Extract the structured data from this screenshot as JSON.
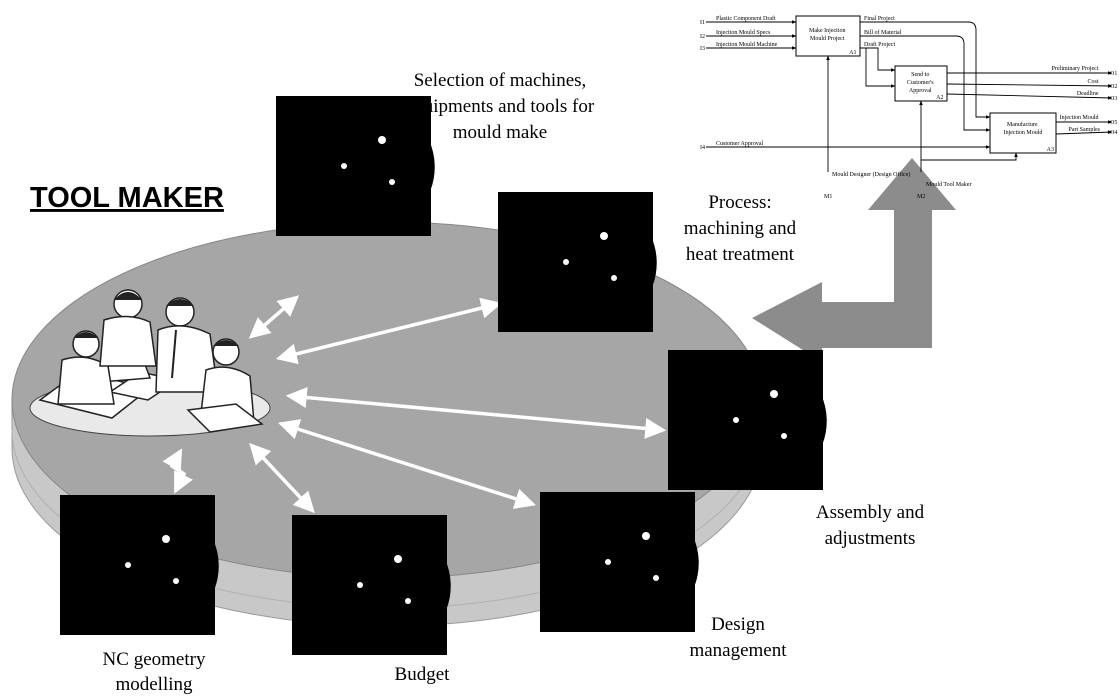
{
  "title": "TOOL MAKER",
  "captions": {
    "selection": [
      "Selection of machines,",
      "equipments and tools for",
      "mould make"
    ],
    "process": [
      "Process:",
      "machining and",
      "heat treatment"
    ],
    "assembly": [
      "Assembly and",
      "adjustments"
    ],
    "design": [
      "Design",
      "management"
    ],
    "budget": [
      "Budget"
    ],
    "nc": [
      "NC geometry",
      "modelling"
    ]
  },
  "idef0": {
    "inputs": [
      {
        "code": "I1",
        "label": "Plastic Component Draft"
      },
      {
        "code": "I2",
        "label": "Injection Mould Specs"
      },
      {
        "code": "I3",
        "label": "Injection Mould Machine"
      },
      {
        "code": "I4",
        "label": "Customer Approval"
      }
    ],
    "activities": [
      {
        "lines": [
          "Make Injection",
          "Mould Project"
        ],
        "code": "A1"
      },
      {
        "lines": [
          "Send to",
          "Customer's",
          "Approval"
        ],
        "code": "A2"
      },
      {
        "lines": [
          "Manufacture",
          "Injection Mould"
        ],
        "code": "A3"
      }
    ],
    "flows": [
      "Final Project",
      "Bill of Material",
      "Draft Project"
    ],
    "outputs": [
      {
        "code": "O1",
        "label": "Preliminary Project"
      },
      {
        "code": "O2",
        "label": "Cost"
      },
      {
        "code": "O3",
        "label": "Deadline"
      },
      {
        "code": "O5",
        "label": "Injection Mould"
      },
      {
        "code": "O4",
        "label": "Part Samples"
      }
    ],
    "mechanisms": [
      {
        "code": "M1",
        "label": "Mould Designer (Design Office)"
      },
      {
        "code": "M2",
        "label": "Mould Tool Maker"
      }
    ]
  },
  "colors": {
    "disk_top": "#a6a6a6",
    "disk_side": "#c8c8c8",
    "big_arrow": "#8c8c8c",
    "tile_light": "#e6e6e6",
    "tile_medium": "#b3b3b3",
    "tile_dark": "#666666",
    "tile_darker": "#555555",
    "connector": "#ffffff"
  },
  "icons": [
    "robot-arm-icon",
    "team-people-icon"
  ]
}
